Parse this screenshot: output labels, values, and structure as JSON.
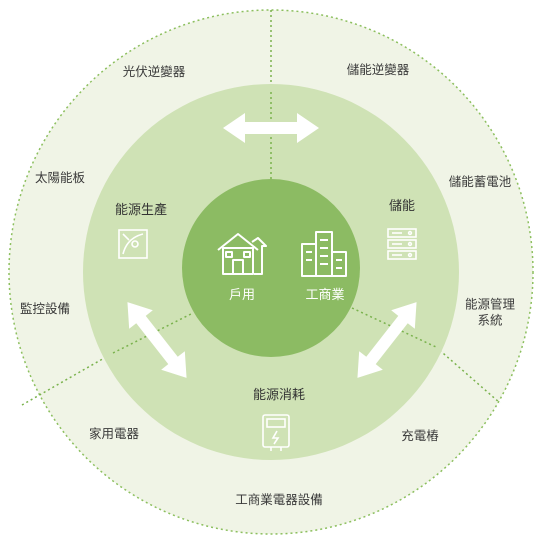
{
  "colors": {
    "outer_ring": "#f0f4e6",
    "outer_ring_stroke": "#8cbf5e",
    "middle_ring": "#cfe2b5",
    "core": "#8cbb63",
    "arrow": "#ffffff",
    "divider": "#7ab24d",
    "icon_light": "#ffffff"
  },
  "core": {
    "items": [
      {
        "label": "戶用",
        "icon": "house-icon"
      },
      {
        "label": "工商業",
        "icon": "buildings-icon"
      }
    ]
  },
  "middle": {
    "generation": {
      "label": "能源生產",
      "icon": "solar-panel-icon"
    },
    "storage": {
      "label": "儲能",
      "icon": "server-rack-icon"
    },
    "consumption": {
      "label": "能源消耗",
      "icon": "meter-icon"
    }
  },
  "outer": {
    "pv_inverter": "光伏逆變器",
    "solar_panel": "太陽能板",
    "monitoring_equipment": "監控設備",
    "storage_inverter": "儲能逆變器",
    "storage_battery": "儲能蓄電池",
    "energy_management": "能源管理系統",
    "home_appliances": "家用電器",
    "charging_pile": "充電樁",
    "commercial_equipment": "工商業電器設備"
  }
}
